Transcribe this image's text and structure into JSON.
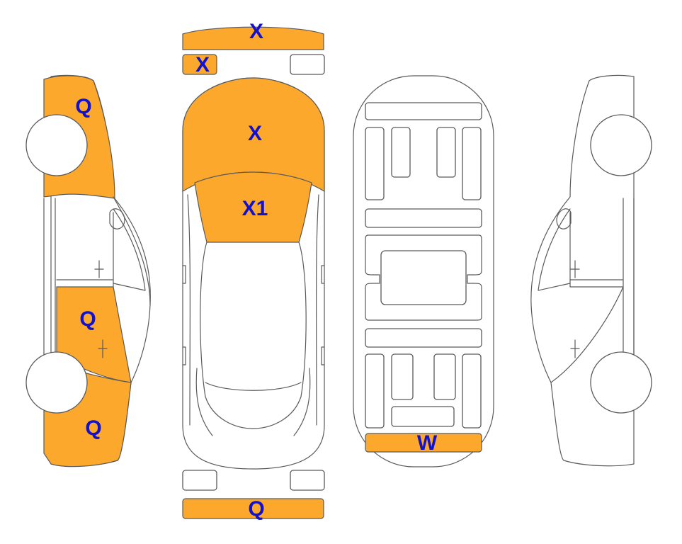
{
  "colors": {
    "damage": "#fca82c",
    "label": "#1212cc",
    "outline": "#5a5a5a"
  },
  "labels": {
    "front_bumper_top": "X",
    "left_headlight": "X",
    "hood": "X",
    "windshield": "X1",
    "left_rear_quarter": "Q",
    "left_rear_door": "Q",
    "left_front_fender": "Q",
    "rear_bumper": "Q",
    "trunk_floor": "W"
  }
}
